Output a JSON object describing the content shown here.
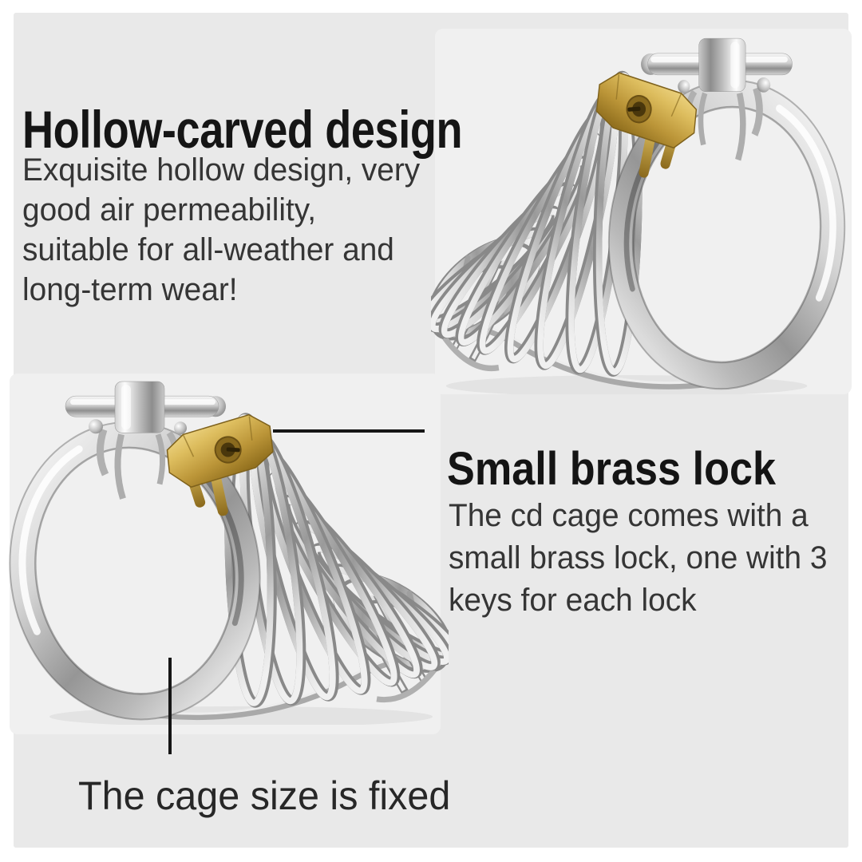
{
  "hollow_section": {
    "title": "Hollow-carved design",
    "lines": [
      "Exquisite hollow design, very",
      "good air permeability,",
      "suitable for all-weather and",
      "long-term wear!"
    ]
  },
  "lock_section": {
    "title": "Small brass lock",
    "lines": [
      "The cd cage comes with a",
      "small brass lock, one with 3",
      "keys for each lock"
    ]
  },
  "cage_section": {
    "caption": "The cage size is fixed"
  },
  "icons": {
    "top_right_image": "steel-wire-cage-with-brass-padlock-photo",
    "bottom_left_image": "steel-wire-cage-with-brass-padlock-photo-mirrored",
    "padlock": "brass-padlock-icon",
    "ring": "steel-ring"
  },
  "colors": {
    "page_bg": "#ffffff",
    "panel_bg": "#e9e9e9",
    "photo_bg": "#f0f0f0",
    "heading_text": "#151515",
    "body_text": "#353535",
    "caption_text": "#272727",
    "leader_line": "#161616",
    "brass": "#cfa84e",
    "chrome_light": "#f5f5f5",
    "chrome_dark": "#8f8f8f"
  }
}
